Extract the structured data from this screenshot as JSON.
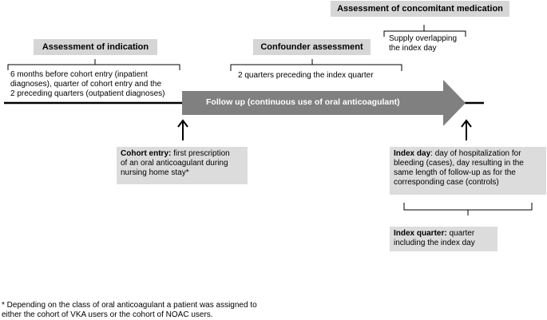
{
  "headers": {
    "indication": "Assessment  of indication",
    "confounder": "Confounder assessment",
    "concomitant": "Assessment  of concomitant medication"
  },
  "bracket_texts": {
    "indication_line1": "6 months before cohort entry (inpatient",
    "indication_line2": "diagnoses), quarter of cohort entry and the",
    "indication_line3": "2 preceding quarters (outpatient diagnoses)",
    "confounder": "2 quarters preceding the index quarter",
    "concomitant_line1": "Supply overlapping",
    "concomitant_line2": "the index day"
  },
  "arrow_label": "Follow up (continuous  use of oral anticoagulant)",
  "cohort_entry": {
    "bold": "Cohort entry:",
    "line1_rest": " first prescription",
    "line2": "of an oral anticoagulant during",
    "line3": "nursing home stay*"
  },
  "index_day": {
    "bold": "Index day",
    "line1_rest": ": day of hospitalization for",
    "line2": "bleeding (cases), day resulting in the",
    "line3": "same length of follow-up  as for the",
    "line4": "corresponding case (controls)"
  },
  "index_quarter": {
    "bold": "Index quarter:",
    "line1_rest": " quarter",
    "line2": "including the index day"
  },
  "footnote": {
    "line1": "* Depending  on the class of oral anticoagulant  a patient was assigned to",
    "line2": "either the cohort of VKA users or the cohort of NOAC users."
  },
  "colors": {
    "box_gray": "#d6d6d6",
    "arrow_gray": "#808080",
    "line": "#000000"
  }
}
